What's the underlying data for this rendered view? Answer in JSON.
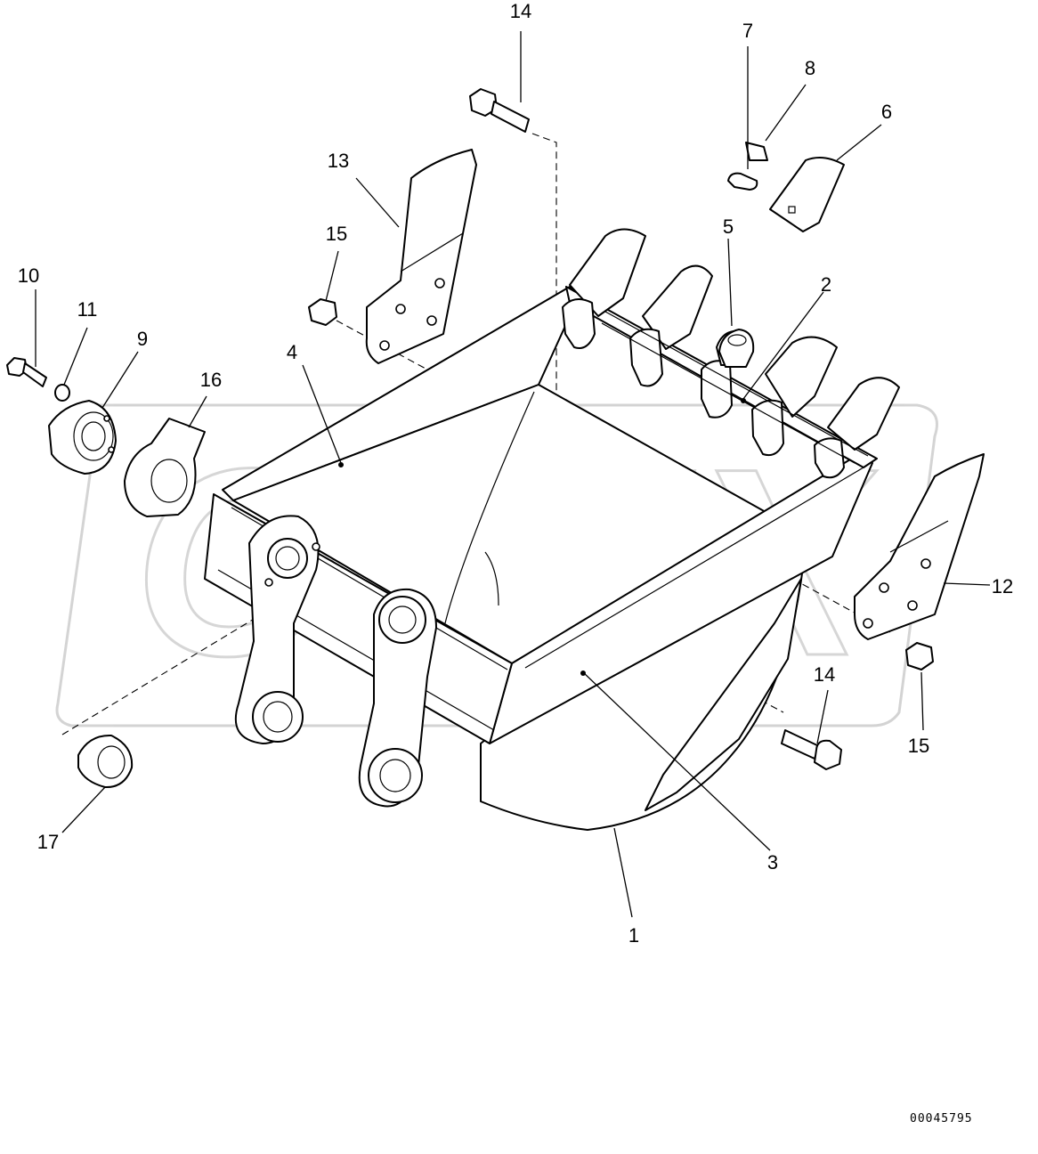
{
  "diagram": {
    "watermark": "OPEX",
    "drawing_code": "00045795",
    "callouts": [
      {
        "id": "c1",
        "text": "1"
      },
      {
        "id": "c2",
        "text": "2"
      },
      {
        "id": "c3",
        "text": "3"
      },
      {
        "id": "c4",
        "text": "4"
      },
      {
        "id": "c5",
        "text": "5"
      },
      {
        "id": "c6",
        "text": "6"
      },
      {
        "id": "c7",
        "text": "7"
      },
      {
        "id": "c8",
        "text": "8"
      },
      {
        "id": "c9",
        "text": "9"
      },
      {
        "id": "c10",
        "text": "10"
      },
      {
        "id": "c11",
        "text": "11"
      },
      {
        "id": "c12",
        "text": "12"
      },
      {
        "id": "c13",
        "text": "13"
      },
      {
        "id": "c14a",
        "text": "14"
      },
      {
        "id": "c14b",
        "text": "14"
      },
      {
        "id": "c15a",
        "text": "15"
      },
      {
        "id": "c15b",
        "text": "15"
      },
      {
        "id": "c16",
        "text": "16"
      },
      {
        "id": "c17",
        "text": "17"
      }
    ]
  }
}
